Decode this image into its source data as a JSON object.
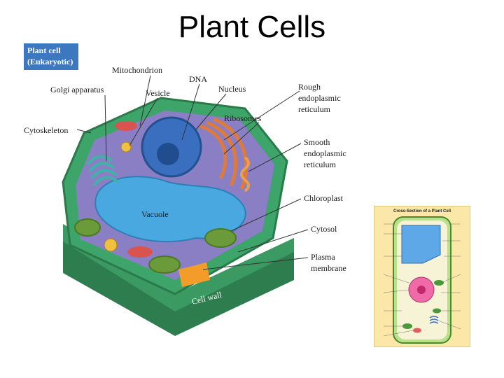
{
  "slide": {
    "title": "Plant Cells"
  },
  "main_diagram": {
    "badge_line1": "Plant cell",
    "badge_line2": "(Eukaryotic)",
    "labels": {
      "mitochondrion": "Mitochondrion",
      "dna": "DNA",
      "golgi": "Golgi apparatus",
      "vesicle": "Vesicle",
      "nucleus": "Nucleus",
      "rough_er_1": "Rough",
      "rough_er_2": "endoplasmic",
      "rough_er_3": "reticulum",
      "ribosomes": "Ribosomes",
      "cytoskeleton": "Cytoskeleton",
      "smooth_er_1": "Smooth",
      "smooth_er_2": "endoplasmic",
      "smooth_er_3": "reticulum",
      "chloroplast": "Chloroplast",
      "cytosol": "Cytosol",
      "plasma_1": "Plasma",
      "plasma_2": "membrane",
      "vacuole": "Vacuole",
      "cell_wall": "Cell wall"
    },
    "colors": {
      "badge": "#3b78c0",
      "wall": "#2e8b57",
      "cytoplasm": "#8a7fc4",
      "vacuole": "#4aa8e0",
      "nucleus": "#3a6fc0",
      "chloroplast": "#6b9a3a",
      "mitochondria": "#d9534f"
    }
  },
  "inset_diagram": {
    "title": "Cross-Section of a Plant Cell"
  }
}
